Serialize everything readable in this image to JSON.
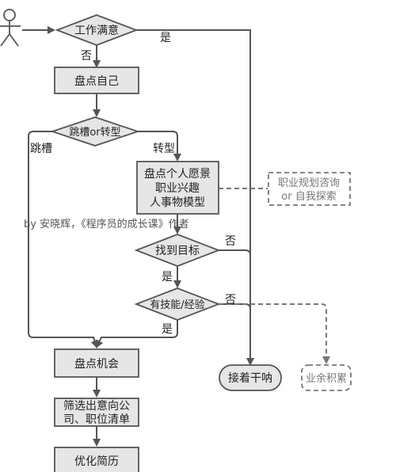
{
  "nodes": {
    "work_satisfied": "工作满意",
    "review_self": "盘点自己",
    "jump_or_switch": "跳槽or转型",
    "review_vision": [
      "盘点个人愿景",
      "职业兴趣",
      "人事物模型"
    ],
    "career_consult": [
      "职业规划咨询",
      "or 自我探索"
    ],
    "found_goal": "找到目标",
    "has_skill": "有技能/经验",
    "review_opportunity": "盘点机会",
    "filter_company": [
      "筛选出意向公",
      "司、职位清单"
    ],
    "optimize_resume": "优化简历",
    "keep_working": "接着干呐",
    "accumulate": "业余积累"
  },
  "edge_labels": {
    "yes_top": "是",
    "no_after_satisfied": "否",
    "jump": "跳槽",
    "switch": "转型",
    "no_found_goal": "否",
    "yes_found_goal": "是",
    "no_has_skill": "否",
    "yes_has_skill": "是"
  },
  "credit": "by 安晓辉，《程序员的成长课》作者",
  "colors": {
    "node_fill": "#e6e6e6",
    "node_stroke": "#555555",
    "dashed": "#777777"
  }
}
